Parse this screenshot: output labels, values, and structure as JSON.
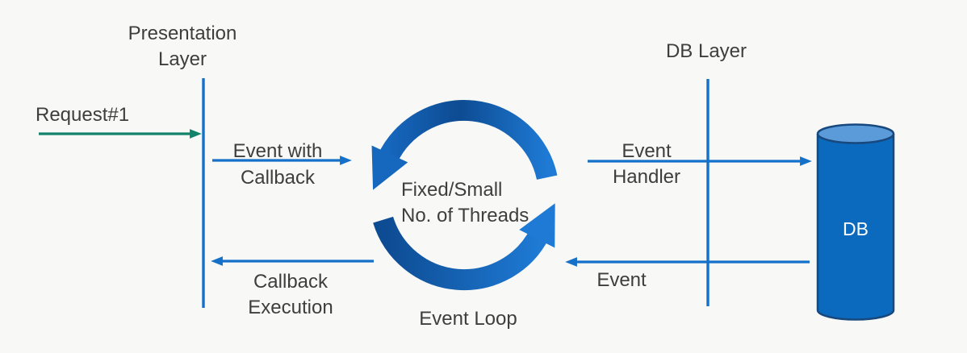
{
  "colors": {
    "background": "#f8f8f6",
    "text": "#3e3e3e",
    "line_blue": "#1470c8",
    "arrow_green": "#12826a",
    "loop_dark": "#0d4b92",
    "loop_mid": "#1667be",
    "loop_bright": "#1e7ad4",
    "cylinder_body": "#0c6abe",
    "cylinder_top": "#5b9bd9",
    "cylinder_outline": "#17497e",
    "db_text": "#ffffff"
  },
  "labels": {
    "presentation_layer": {
      "line1": "Presentation",
      "line2": "Layer"
    },
    "request": "Request#1",
    "event_with_callback": {
      "line1": "Event with",
      "line2": "Callback"
    },
    "loop_threads": {
      "line1": "Fixed/Small",
      "line2": "No. of Threads"
    },
    "event_loop": "Event Loop",
    "db_layer": "DB Layer",
    "event_handler": {
      "line1": "Event",
      "line2": "Handler"
    },
    "event_return": "Event",
    "callback_execution": {
      "line1": "Callback",
      "line2": "Execution"
    },
    "db": "DB"
  },
  "icons": {
    "event_loop_arrows": "circular-cycle-arrows",
    "db_cylinder": "database-cylinder"
  }
}
